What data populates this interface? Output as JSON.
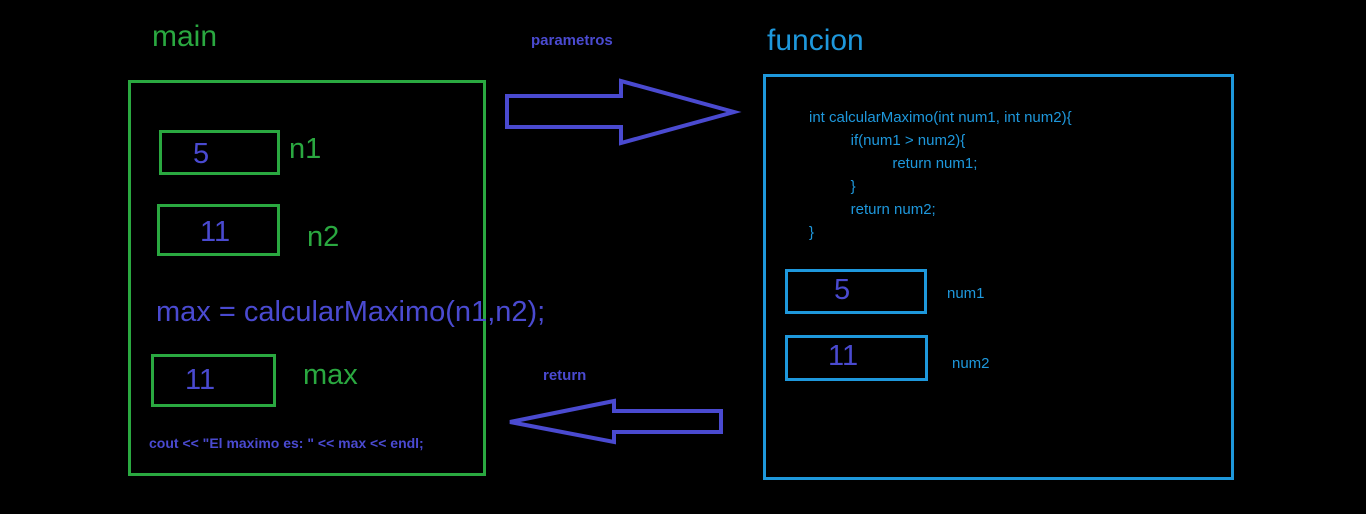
{
  "main": {
    "title": "main",
    "n1": {
      "value": "5",
      "label": "n1"
    },
    "n2": {
      "value": "11",
      "label": "n2"
    },
    "call": "max = calcularMaximo(n1,n2);",
    "max": {
      "value": "11",
      "label": "max"
    },
    "cout": "cout << \"El maximo es: \" << max << endl;"
  },
  "arrows": {
    "params_label": "parametros",
    "return_label": "return"
  },
  "funcion": {
    "title": "funcion",
    "code": [
      "int calcularMaximo(int num1, int num2){",
      "          if(num1 > num2){",
      "                    return num1;",
      "          }",
      "          return num2;",
      "}"
    ],
    "num1": {
      "value": "5",
      "label": "num1"
    },
    "num2": {
      "value": "11",
      "label": "num2"
    }
  },
  "colors": {
    "main_green": "#2aa840",
    "func_blue": "#1e98dc",
    "value_blue": "#4a4ad0",
    "background": "#000000"
  }
}
